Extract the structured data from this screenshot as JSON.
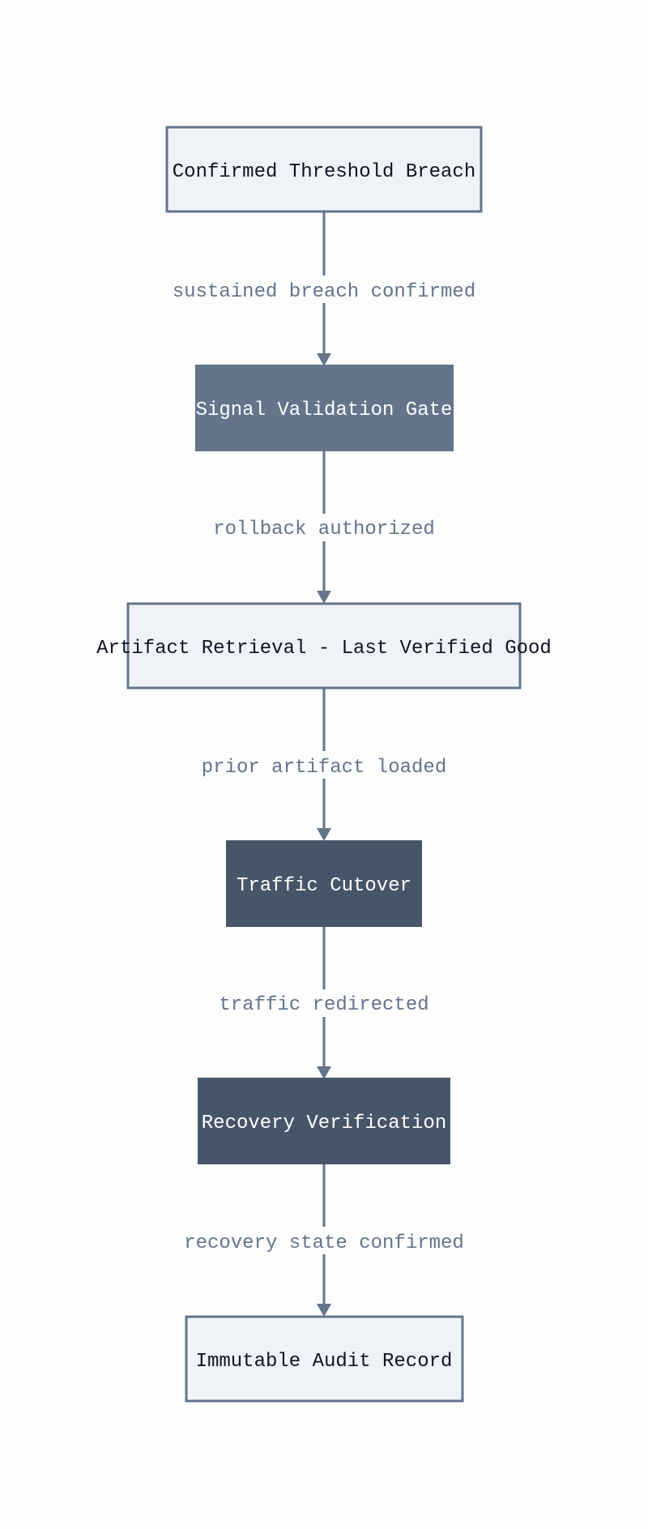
{
  "diagram": {
    "nodes": [
      {
        "id": "breach",
        "label": "Confirmed Threshold Breach",
        "style": "light"
      },
      {
        "id": "gate",
        "label": "Signal Validation Gate",
        "style": "mid"
      },
      {
        "id": "retrieval",
        "label": "Artifact Retrieval - Last Verified Good",
        "style": "light"
      },
      {
        "id": "cutover",
        "label": "Traffic Cutover",
        "style": "dark"
      },
      {
        "id": "verification",
        "label": "Recovery Verification",
        "style": "dark"
      },
      {
        "id": "audit",
        "label": "Immutable Audit Record",
        "style": "light"
      }
    ],
    "edges": [
      {
        "from": "breach",
        "to": "gate",
        "label": "sustained breach confirmed"
      },
      {
        "from": "gate",
        "to": "retrieval",
        "label": "rollback authorized"
      },
      {
        "from": "retrieval",
        "to": "cutover",
        "label": "prior artifact loaded"
      },
      {
        "from": "cutover",
        "to": "verification",
        "label": "traffic redirected"
      },
      {
        "from": "verification",
        "to": "audit",
        "label": "recovery state confirmed"
      }
    ],
    "colors": {
      "light_fill": "#eff3f8",
      "mid_fill": "#64748b",
      "dark_fill": "#475569",
      "stroke": "#64748b",
      "label_text": "#64748b",
      "dark_text": "#0f1324",
      "light_text": "#ffffff"
    }
  }
}
